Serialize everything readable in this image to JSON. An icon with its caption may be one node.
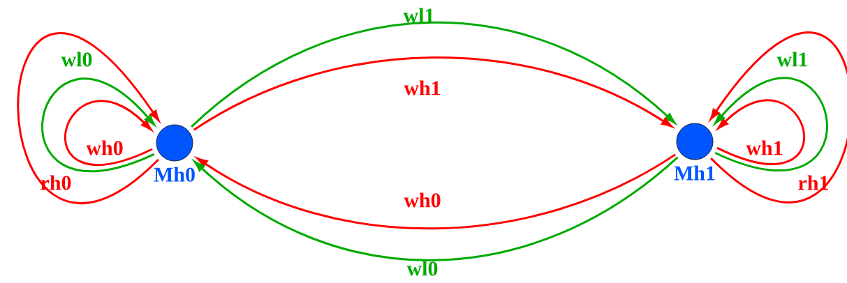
{
  "diagram": {
    "nodes": [
      {
        "text": [
          "Mh0"
        ]
      },
      {
        "text": [
          "Mh1"
        ]
      }
    ],
    "edges": [
      {
        "from": 0,
        "to": 0,
        "arrow": "to",
        "label": "wh0"
      },
      {
        "from": 0,
        "to": 0,
        "arrow": "to",
        "label": "wl0",
        "color": "#00aa00"
      },
      {
        "from": 0,
        "to": 0,
        "arrow": "to",
        "label": "rh0"
      },
      {
        "from": 0,
        "to": 1,
        "arrow": "to",
        "label": "wl1",
        "color": "#00aa00"
      },
      {
        "from": 0,
        "to": 1,
        "arrow": "to",
        "label": "wh1"
      },
      {
        "from": 1,
        "to": 0,
        "arrow": "to",
        "label": "wh0"
      },
      {
        "from": 1,
        "to": 0,
        "arrow": "to",
        "label": "wl0",
        "color": "#00aa00"
      },
      {
        "from": 1,
        "to": 1,
        "arrow": "to",
        "label": "wh1"
      },
      {
        "from": 1,
        "to": 1,
        "arrow": "to",
        "label": "wl1",
        "color": "#00aa00"
      },
      {
        "from": 1,
        "to": 1,
        "arrow": "to",
        "label": "rh1"
      }
    ]
  }
}
